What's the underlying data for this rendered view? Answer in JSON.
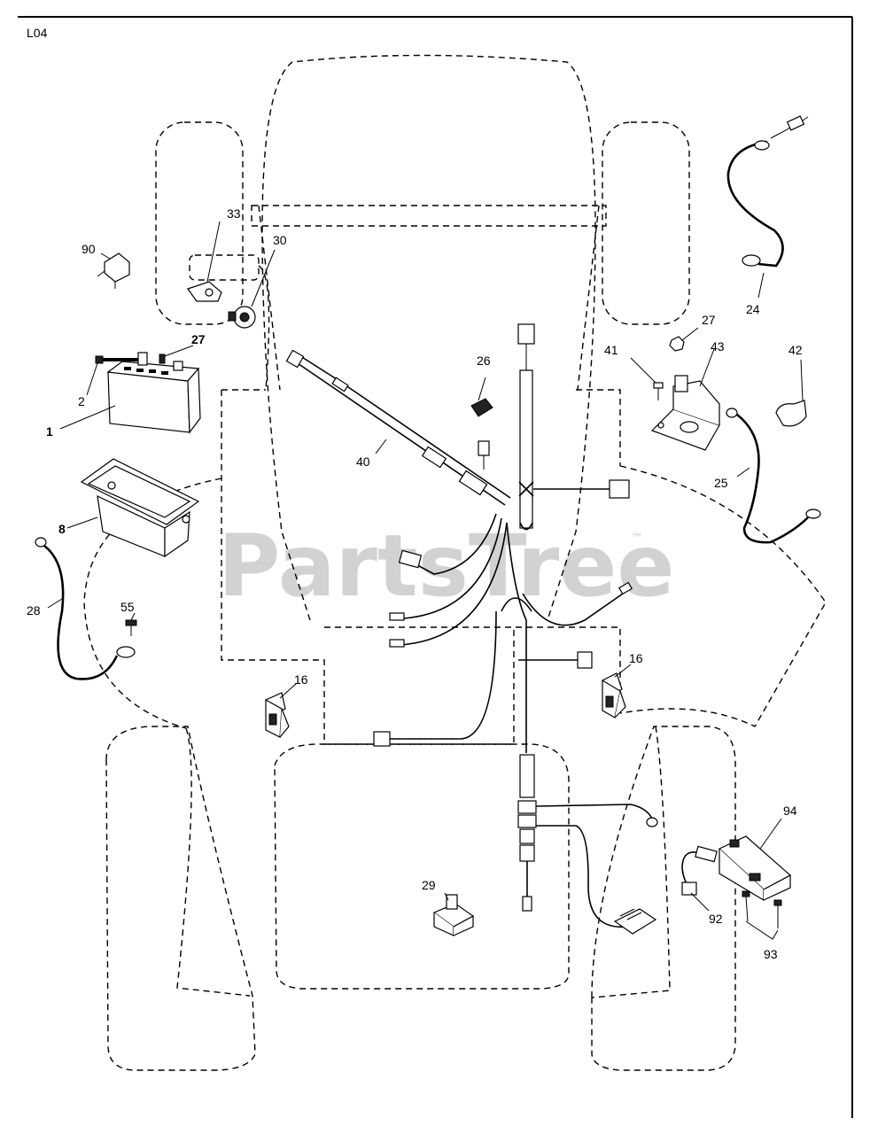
{
  "diagram": {
    "page_code": "L04",
    "watermark": "PartsTree",
    "watermark_tm": "™",
    "callouts": {
      "c1": "1",
      "c2": "2",
      "c8": "8",
      "c16a": "16",
      "c16b": "16",
      "c24": "24",
      "c25": "25",
      "c26": "26",
      "c27a": "27",
      "c27b": "27",
      "c28": "28",
      "c29": "29",
      "c30": "30",
      "c33": "33",
      "c40": "40",
      "c41": "41",
      "c42": "42",
      "c43": "43",
      "c55": "55",
      "c90": "90",
      "c92": "92",
      "c93": "93",
      "c94": "94"
    }
  }
}
